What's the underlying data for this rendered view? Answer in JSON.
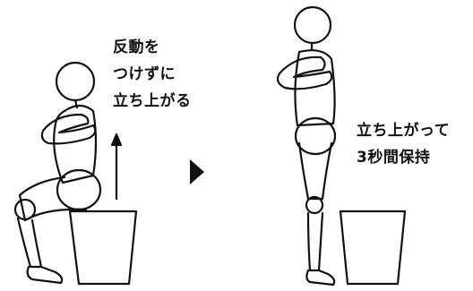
{
  "instruction_left": {
    "lines": [
      "反動を",
      "つけずに",
      "立ち上がる"
    ]
  },
  "instruction_right": {
    "lines": [
      "立ち上がって",
      "3秒間保持"
    ]
  },
  "colors": {
    "line": "#111111",
    "background": "#ffffff"
  },
  "icons": {
    "arrow_up": "arrow-up-icon",
    "next": "triangle-right-icon"
  }
}
